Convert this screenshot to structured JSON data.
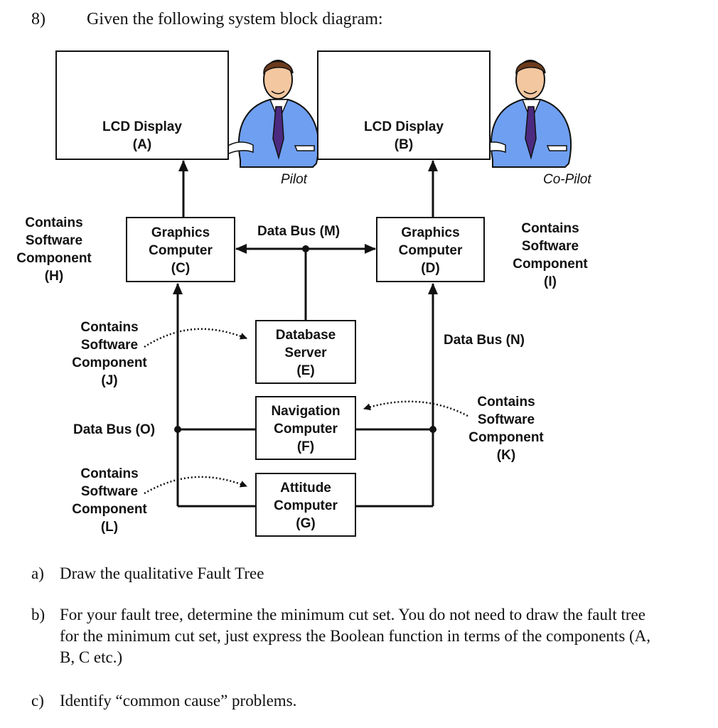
{
  "question": {
    "number": "8)",
    "title": "Given the following system block diagram:"
  },
  "displays": {
    "a": {
      "line1": "LCD Display",
      "line2": "(A)"
    },
    "b": {
      "line1": "LCD Display",
      "line2": "(B)"
    }
  },
  "people": {
    "pilot": "Pilot",
    "copilot": "Co-Pilot"
  },
  "graphics": {
    "c": {
      "line1": "Graphics",
      "line2": "Computer",
      "line3": "(C)"
    },
    "d": {
      "line1": "Graphics",
      "line2": "Computer",
      "line3": "(D)"
    }
  },
  "servers": {
    "e": {
      "line1": "Database",
      "line2": "Server",
      "line3": "(E)"
    },
    "f": {
      "line1": "Navigation",
      "line2": "Computer",
      "line3": "(F)"
    },
    "g": {
      "line1": "Attitude",
      "line2": "Computer",
      "line3": "(G)"
    }
  },
  "buses": {
    "m": "Data Bus (M)",
    "n": "Data Bus (N)",
    "o": "Data Bus (O)"
  },
  "software": {
    "h": {
      "l1": "Contains",
      "l2": "Software",
      "l3": "Component",
      "l4": "(H)"
    },
    "i": {
      "l1": "Contains",
      "l2": "Software",
      "l3": "Component",
      "l4": "(I)"
    },
    "j": {
      "l1": "Contains",
      "l2": "Software",
      "l3": "Component",
      "l4": "(J)"
    },
    "k": {
      "l1": "Contains",
      "l2": "Software",
      "l3": "Component",
      "l4": "(K)"
    },
    "l": {
      "l1": "Contains",
      "l2": "Software",
      "l3": "Component",
      "l4": "(L)"
    }
  },
  "parts": {
    "a": {
      "letter": "a)",
      "text": "Draw the qualitative Fault Tree"
    },
    "b": {
      "letter": "b)",
      "text": "For your fault tree, determine the minimum cut set.  You do not need to draw the fault tree for the minimum cut set, just express the Boolean function in terms of the components (A, B, C etc.)"
    },
    "c": {
      "letter": "c)",
      "text": "Identify “common cause” problems."
    }
  },
  "colors": {
    "line": "#111111",
    "shirt": "#6f9ff0",
    "tie": "#4b2a80",
    "skin": "#f3c7a0",
    "hair": "#6b3a1c",
    "map_red": "#d7261e",
    "map_yellow": "#d8d63a",
    "map_brown": "#9a8a5a",
    "map_blue": "#5a73a8"
  },
  "icons": [
    "pilot-figure-icon",
    "copilot-figure-icon",
    "display-screen-image"
  ]
}
